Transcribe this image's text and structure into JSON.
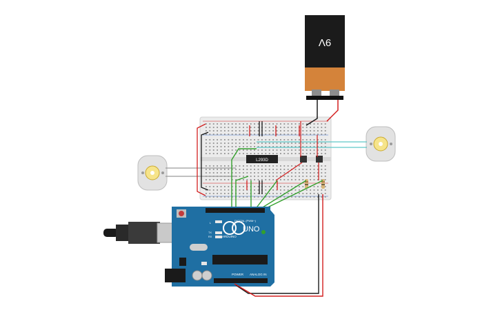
{
  "battery": {
    "label": "9V"
  },
  "motor_driver": {
    "label": "L293D"
  },
  "arduino": {
    "brand": "ARDUINO",
    "model": "UNO",
    "digital_label": "DIGITAL (PWM~)",
    "power_label": "POWER",
    "analog_label": "ANALOG IN",
    "tx_label": "TX",
    "rx_label": "RX",
    "l_label": "L"
  },
  "colors": {
    "wire_red": "#d31d1d",
    "wire_black": "#1a1a1a",
    "wire_green": "#33a02c",
    "wire_cyan": "#5ec8c8",
    "wire_gray": "#9a9a9a",
    "board_blue": "#1f6fa3",
    "breadboard": "#ebebeb",
    "battery_black": "#1b1b1b",
    "battery_orange": "#d4833a"
  }
}
